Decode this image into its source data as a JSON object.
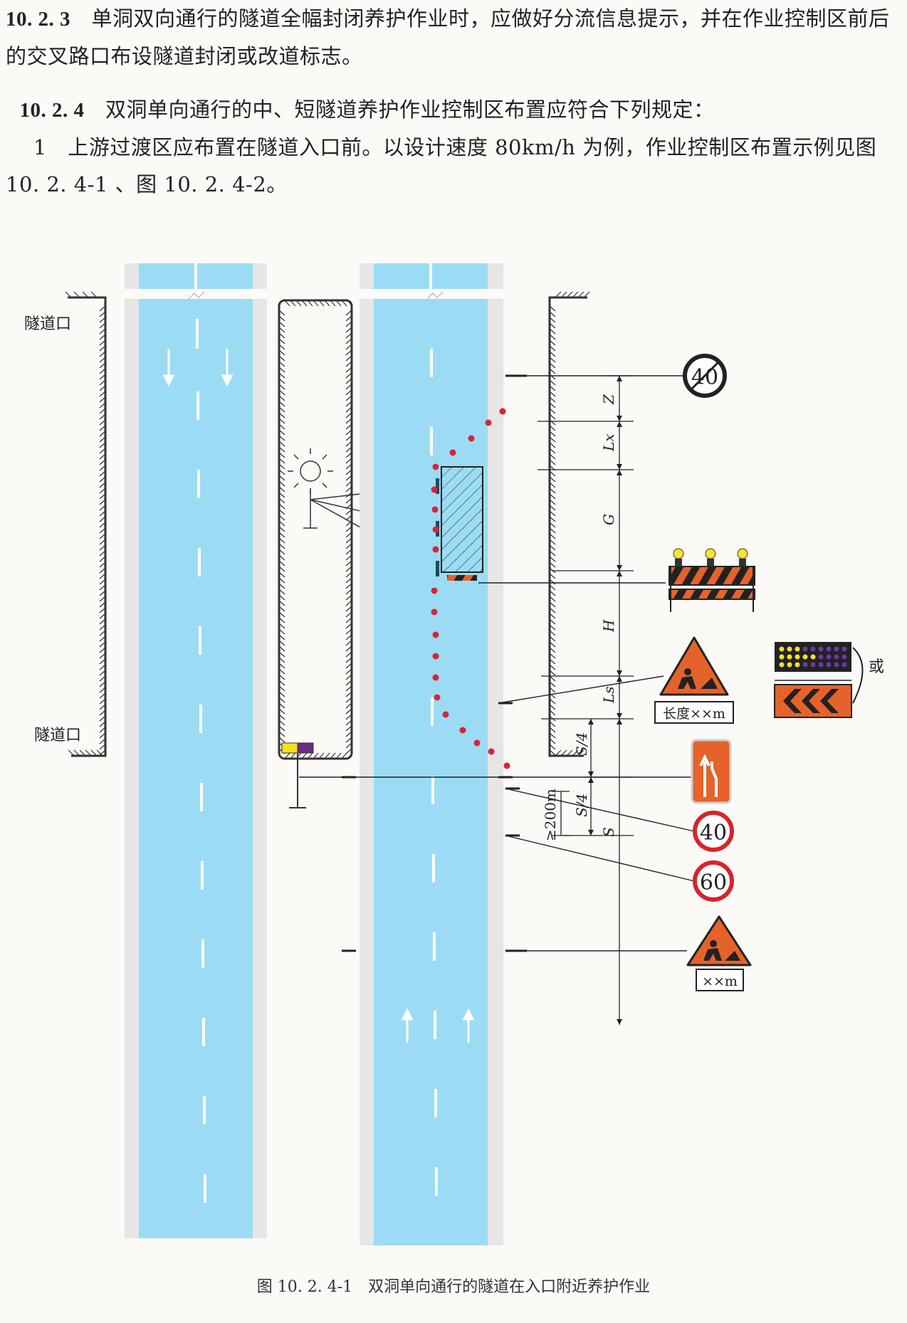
{
  "clause_1023": {
    "number": "10. 2. 3",
    "text": "单洞双向通行的隧道全幅封闭养护作业时，应做好分流信息提示，并在作业控制区前后的交叉路口布设隧道封闭或改道标志。"
  },
  "clause_1024": {
    "number": "10. 2. 4",
    "text": "双洞单向通行的中、短隧道养护作业控制区布置应符合下列规定："
  },
  "item_1": {
    "number": "1",
    "text": "上游过渡区应布置在隧道入口前。以设计速度 80km/h 为例，作业控制区布置示例见图 10. 2. 4-1 、图 10. 2. 4-2。"
  },
  "figure": {
    "portal_label_top": "隧道口",
    "portal_label_bottom": "隧道口",
    "dim_Z": "Z",
    "dim_Lx": "Lx",
    "dim_G": "G",
    "dim_H": "H",
    "dim_Ls": "Ls",
    "dim_S4_a": "S/4",
    "dim_S4_b": "S/4",
    "dim_S": "S",
    "dim_200m": "≥200m",
    "speed_limit_top": "40",
    "speed_limit_mid": "40",
    "speed_limit_low": "60",
    "plate_length": "长度××m",
    "plate_distance": "××m",
    "or_label": "或",
    "colors": {
      "lane": "#9bdcf4",
      "shoulder": "#e6e6e6",
      "cone": "#d9233a",
      "sign_orange": "#e5632a",
      "speed_ring": "#d8232a"
    }
  },
  "caption": "图 10. 2. 4-1　双洞单向通行的隧道在入口附近养护作业"
}
